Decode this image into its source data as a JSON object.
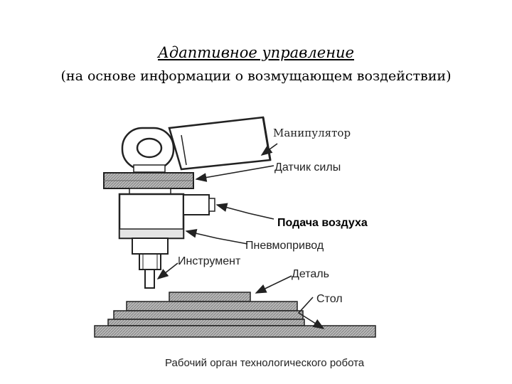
{
  "header": {
    "title": "Адаптивное управление",
    "subtitle": "(на основе информации о возмущающем воздействии)"
  },
  "diagram": {
    "labels": {
      "manipulator": "Манипулятор",
      "force_sensor": "Датчик силы",
      "air_supply": "Подача воздуха",
      "pneumatic_drive": "Пневмопривод",
      "tool": "Инструмент",
      "part": "Деталь",
      "table": "Стол"
    },
    "caption": "Рабочий орган технологического робота"
  }
}
